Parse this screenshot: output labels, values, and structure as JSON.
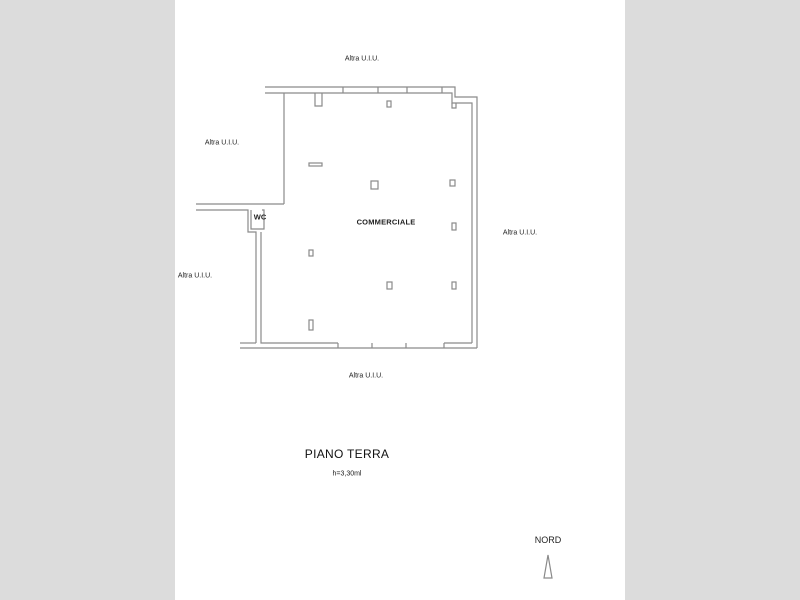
{
  "plan": {
    "floor_title": "PIANO TERRA",
    "height_note": "h=3,30ml",
    "room_label": "COMMERCIALE",
    "wc_label": "WC",
    "north_label": "NORD",
    "neighbors": {
      "top": "Altra U.I.U.",
      "left_upper": "Altra U.I.U.",
      "left_lower": "Altra U.I.U.",
      "right": "Altra U.I.U.",
      "bottom": "Altra U.I.U."
    },
    "colors": {
      "wall": "#8a8a8a",
      "page": "#ffffff",
      "margin": "#dcdcdc"
    }
  }
}
